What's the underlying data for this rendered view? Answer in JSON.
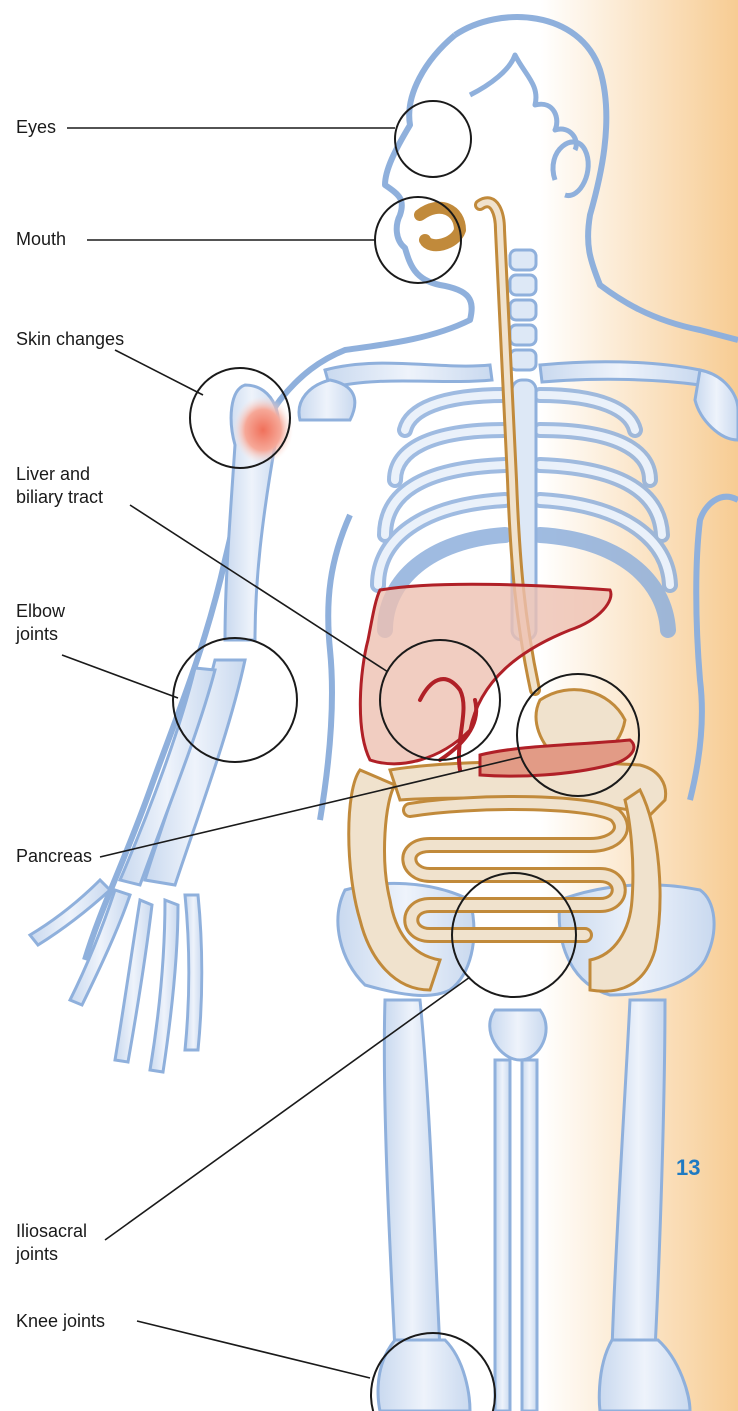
{
  "labels": {
    "eyes": "Eyes",
    "mouth": "Mouth",
    "skin": "Skin changes",
    "liver": "Liver and\nbiliary tract",
    "elbow": "Elbow\njoints",
    "pancreas": "Pancreas",
    "iliosacral": "Iliosacral\njoints",
    "knee": "Knee joints"
  },
  "page_number": "13",
  "colors": {
    "skeleton_fill": "#dde8f6",
    "skeleton_outline": "#8fb0dc",
    "body_outline": "#8fb0dc",
    "gut_fill": "#f0e2cd",
    "gut_outline": "#c18a3b",
    "liver_fill": "#eec0b2",
    "liver_outline": "#b02027",
    "skin_highlight": "#f0705a",
    "side_band": "#f7cc93",
    "page_number": "#1f7ac2",
    "callout": "#1a1a1a"
  }
}
